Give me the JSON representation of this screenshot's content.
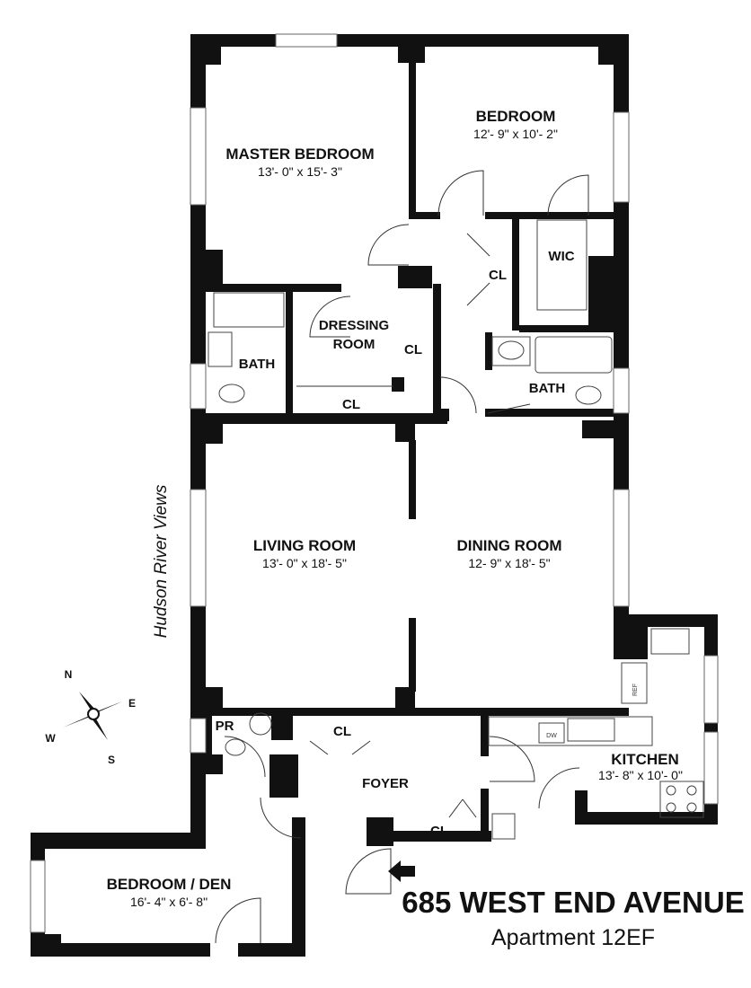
{
  "rooms": {
    "master_bedroom": {
      "name": "MASTER BEDROOM",
      "dims": "13'- 0\" x 15'- 3\""
    },
    "bedroom": {
      "name": "BEDROOM",
      "dims": "12'- 9\" x 10'- 2\""
    },
    "living_room": {
      "name": "LIVING ROOM",
      "dims": "13'- 0\" x 18'- 5\""
    },
    "dining_room": {
      "name": "DINING ROOM",
      "dims": "12- 9\" x 18'- 5\""
    },
    "kitchen": {
      "name": "KITCHEN",
      "dims": "13'- 8\" x 10'- 0\""
    },
    "bedroom_den": {
      "name": "BEDROOM / DEN",
      "dims": "16'- 4\" x 6'- 8\""
    },
    "dressing_room_line1": "DRESSING",
    "dressing_room_line2": "ROOM",
    "foyer": "FOYER",
    "wic": "WIC",
    "bath_left": "BATH",
    "bath_right": "BATH",
    "pr": "PR",
    "closets": {
      "hall": "CL",
      "dressing_side": "CL",
      "dressing_bottom": "CL",
      "foyer_top": "CL",
      "foyer_bottom": "CL"
    }
  },
  "appliances": {
    "refrigerator": "REF",
    "dishwasher": "DW"
  },
  "views_label": "Hudson River Views",
  "compass": {
    "n": "N",
    "s": "S",
    "e": "E",
    "w": "W"
  },
  "entry_arrow_icon": "entry-arrow-icon",
  "address": "685 WEST END AVENUE",
  "apartment": "Apartment 12EF"
}
